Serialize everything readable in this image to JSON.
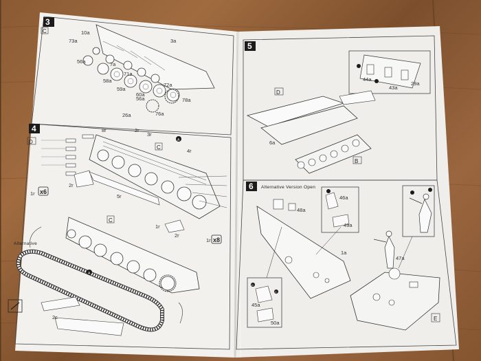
{
  "booklet": {
    "colors": {
      "paper": "#f2f1ee",
      "ink": "#2a2a2a",
      "step_badge": "#1b1b1b",
      "table": "#8a5a33"
    },
    "steps": [
      {
        "number": "3",
        "frame_label": "C",
        "part_labels": [
          "10a",
          "3a",
          "73a",
          "56a",
          "7a",
          "59a",
          "58a",
          "71a",
          "72a",
          "56a",
          "60a",
          "78a",
          "26a",
          "76a"
        ]
      },
      {
        "number": "4",
        "frame_label": "D",
        "box_c": "C",
        "circle_a": "A",
        "part_labels": [
          "8r",
          "2r",
          "3r",
          "4r",
          "1r",
          "2r",
          "5r",
          "1r",
          "2r",
          "1r",
          "2c"
        ],
        "multiplier_x6": "x6",
        "multiplier_x8": "x8",
        "alternative": "Alternative",
        "box_c_lower": "C",
        "circle_a_lower": "A"
      },
      {
        "number": "5",
        "frame_label": "D",
        "part_labels": [
          "44a",
          "43a",
          "29a",
          "6a"
        ],
        "box_b": "B"
      },
      {
        "number": "6",
        "subtitle": "Alternative Version Open",
        "part_labels": [
          "46a",
          "49a",
          "48a",
          "1a",
          "47a",
          "45a",
          "50a"
        ],
        "box_e": "E",
        "circle_c": "C",
        "circle_d": "D"
      }
    ]
  }
}
